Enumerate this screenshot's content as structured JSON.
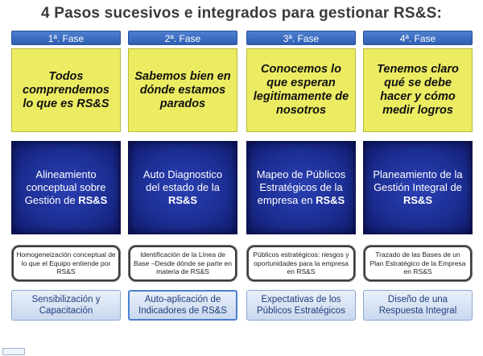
{
  "title": "4  Pasos sucesivos e integrados para gestionar RS&S:",
  "columns": [
    {
      "phase": "1ª. Fase",
      "question": "Todos comprendemos lo que es RS&S",
      "main_text": "Alineamiento conceptual sobre Gestión de",
      "main_bold": "RS&S",
      "detail": "Homogeneización conceptual de lo que el Equipo entiende por RS&S",
      "result": "Sensibilización y Capacitación"
    },
    {
      "phase": "2ª. Fase",
      "question": "Sabemos bien en dónde estamos parados",
      "main_text": "Auto Diagnostico del estado de la",
      "main_bold": "RS&S",
      "detail": "Identificación de la Línea de Base –Desde dónde se parte en materia de RS&S",
      "result": "Auto-aplicación de Indicadores de RS&S"
    },
    {
      "phase": "3ª. Fase",
      "question": "Conocemos lo que esperan legitimamente de nosotros",
      "main_text": "Mapeo de Públicos Estratégicos de la empresa en",
      "main_bold": "RS&S",
      "detail": "Públicos estratégicos: riesgos y oportunidades para la empresa en RS&S",
      "result": "Expectativas de los Públicos Estratégicos"
    },
    {
      "phase": "4ª. Fase",
      "question": "Tenemos claro qué se debe hacer y cómo medir logros",
      "main_text": "Planeamiento de la Gestión Integral de",
      "main_bold": "RS&S",
      "detail": "Trazado de las Bases de un Plan Estratégico de la Empresa en RS&S",
      "result": "Diseño de una Respuesta Integral"
    }
  ]
}
